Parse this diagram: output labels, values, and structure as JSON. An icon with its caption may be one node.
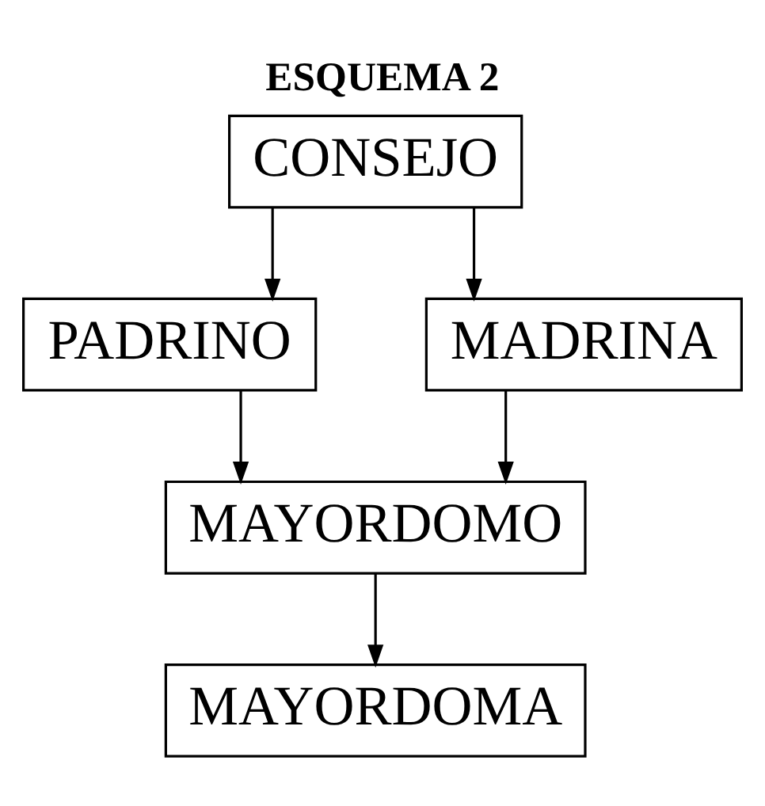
{
  "diagram": {
    "title": "ESQUEMA 2",
    "nodes": [
      {
        "text": [
          "CONSEJO"
        ]
      },
      {
        "text": [
          "PADRINO"
        ]
      },
      {
        "text": [
          "MADRINA"
        ]
      },
      {
        "text": [
          "MAYORDOMO"
        ]
      },
      {
        "text": [
          "MAYORDOMA"
        ]
      }
    ],
    "edges": [
      {
        "from": 0,
        "to": 1,
        "arrow": "to"
      },
      {
        "from": 0,
        "to": 2,
        "arrow": "to"
      },
      {
        "from": 1,
        "to": 3,
        "arrow": "to"
      },
      {
        "from": 2,
        "to": 3,
        "arrow": "to"
      },
      {
        "from": 3,
        "to": 4,
        "arrow": "to"
      }
    ]
  }
}
